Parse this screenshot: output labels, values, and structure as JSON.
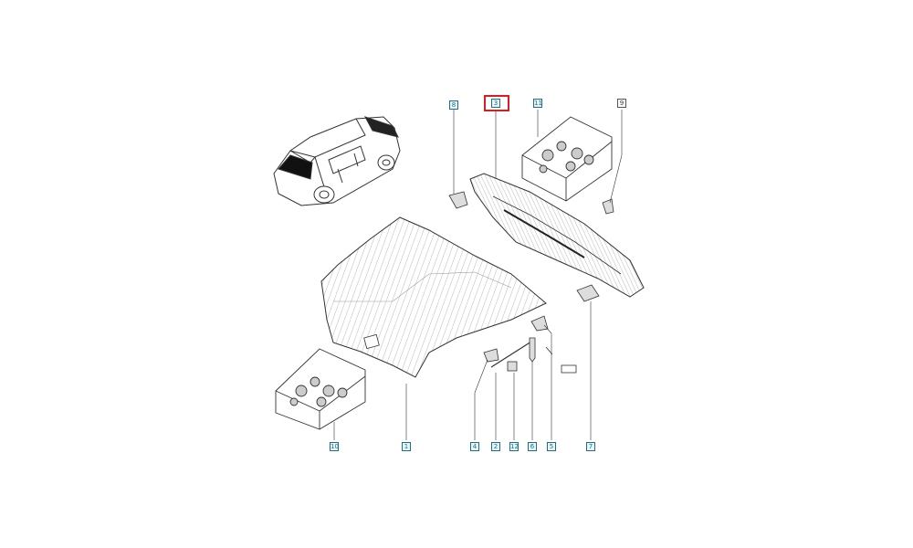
{
  "diagram": {
    "highlighted_ref": "3",
    "colors": {
      "highlight": "#d81e1e",
      "tag": "#1e6e86",
      "line": "#333333"
    },
    "callouts": [
      {
        "id": "8",
        "style": "tag"
      },
      {
        "id": "3",
        "style": "tag",
        "highlighted": true
      },
      {
        "id": "11",
        "style": "tag"
      },
      {
        "id": "9",
        "style": "plain"
      },
      {
        "id": "10",
        "style": "tag"
      },
      {
        "id": "1",
        "style": "tag"
      },
      {
        "id": "4",
        "style": "tag"
      },
      {
        "id": "2",
        "style": "tag"
      },
      {
        "id": "12",
        "style": "tag"
      },
      {
        "id": "6",
        "style": "tag"
      },
      {
        "id": "5",
        "style": "tag"
      },
      {
        "id": "7",
        "style": "tag"
      }
    ],
    "parts": [
      "car-overview",
      "hood-panel",
      "hood-inner-frame",
      "clip-kit-box",
      "hood-hinge",
      "latch",
      "support-rod",
      "bumper-stop",
      "hood-seal-plate"
    ]
  }
}
